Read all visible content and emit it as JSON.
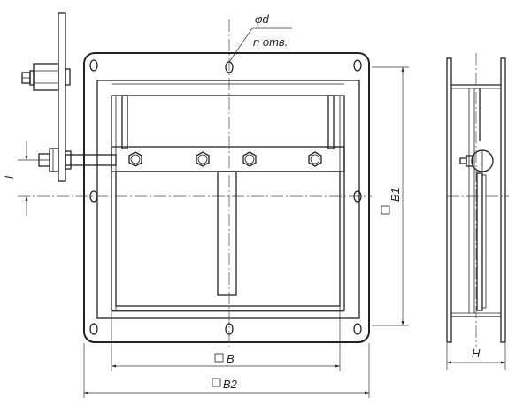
{
  "drawing": {
    "hole_diameter_label": "φd",
    "hole_count_label": "n отв.",
    "dim_l_label": "l",
    "dim_b_label": "B",
    "dim_b1_label": "B1",
    "dim_b2_label": "B2",
    "dim_h_label": "H"
  }
}
